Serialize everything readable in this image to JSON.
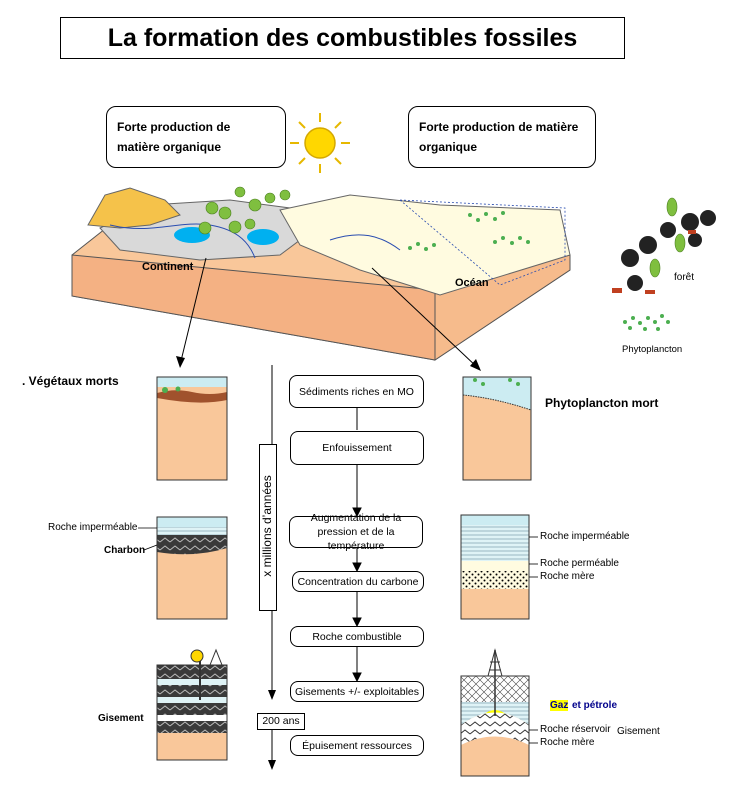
{
  "title": "La formation des combustibles fossiles",
  "info_boxes": {
    "left": "Forte production de matière organique",
    "right": "Forte production de matière organique"
  },
  "landscape": {
    "continent_label": "Continent",
    "ocean_label": "Océan",
    "forest_label": "forêt",
    "phyto_label": "Phytoplancton"
  },
  "left_column": {
    "dead_plants": ". Végétaux morts",
    "impermeable_rock": "Roche imperméable",
    "coal": "Charbon",
    "deposit": "Gisement"
  },
  "right_column": {
    "dead_phyto": "Phytoplancton mort",
    "impermeable_rock": "Roche imperméable",
    "permeable_rock": "Roche perméable",
    "source_rock": "Roche mère",
    "gas": "Gaz",
    "oil": "et pétrole",
    "reservoir_rock": "Roche réservoir",
    "source_rock_2": "Roche mère",
    "deposit": "Gisement"
  },
  "timeline": {
    "millions": "x millions d’années",
    "years": "200 ans"
  },
  "flow": [
    "Sédiments riches en MO",
    "Enfouissement",
    "Augmentation de la pression et de la température",
    "Concentration du carbone",
    "Roche combustible",
    "Gisements +/- exploitables",
    "Épuisement ressources"
  ],
  "colors": {
    "sand": "#f9c79a",
    "sky": "#ccecf2",
    "water": "#00b0f0",
    "tree_green": "#7fbf3f",
    "phyto_green": "#4caf50",
    "sun": "#ffd700",
    "gas": "#ffff00",
    "oil": "#00008b"
  }
}
